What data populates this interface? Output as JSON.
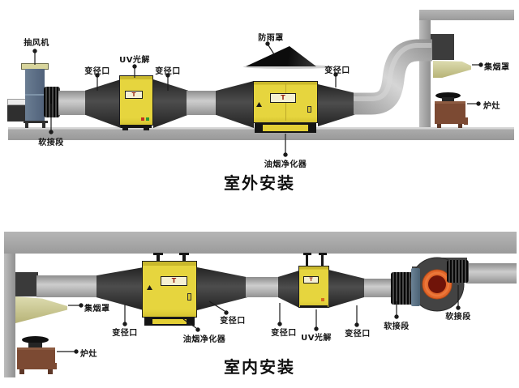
{
  "diagram": {
    "outdoor": {
      "title": "室外安装",
      "labels": {
        "exhaust_fan": "抽风机",
        "flex_duct": "软接段",
        "reducer_1": "变径口",
        "uv_photolysis": "UV光解",
        "reducer_2": "变径口",
        "rain_cover": "防雨罩",
        "reducer_3": "变径口",
        "purifier": "油烟净化器",
        "smoke_hood": "集烟罩",
        "stove": "炉灶"
      }
    },
    "indoor": {
      "title": "室内安装",
      "labels": {
        "smoke_hood": "集烟罩",
        "stove": "炉灶",
        "reducer_1": "变径口",
        "purifier": "油烟净化器",
        "reducer_2": "变径口",
        "reducer_3": "变径口",
        "uv_photolysis": "UV光解",
        "reducer_4": "变径口",
        "flex_duct_1": "软接段",
        "flex_duct_2": "软接段"
      }
    },
    "brand": {
      "logo": "T"
    },
    "colors": {
      "equipment_yellow": "#e6d53e",
      "cone_dark": "#3d3d3d",
      "duct_gray": "#b5b5b5",
      "ground_gray": "#a3a3a3",
      "fan_body_blue": "#5c7086",
      "fan_inlet_orange": "#e2662a",
      "stove_brown": "#7c4a33",
      "hood_olive": "#c9c795",
      "flange_blue": "#5b7386"
    }
  }
}
